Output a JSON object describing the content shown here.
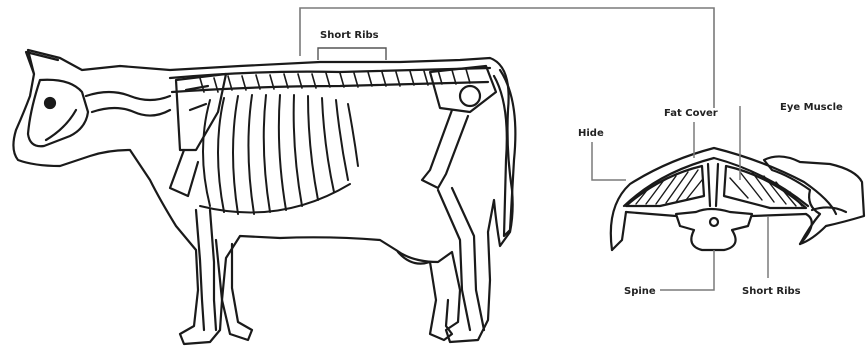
{
  "labels": {
    "short_ribs_top": "Short Ribs",
    "fat_cover": "Fat Cover",
    "eye_muscle": "Eye Muscle",
    "hide": "Hide",
    "spine": "Spine",
    "short_ribs_cross": "Short Ribs"
  },
  "colors": {
    "line": "#1a1a1a",
    "leader": "#7a7a7a",
    "background": "#ffffff"
  }
}
